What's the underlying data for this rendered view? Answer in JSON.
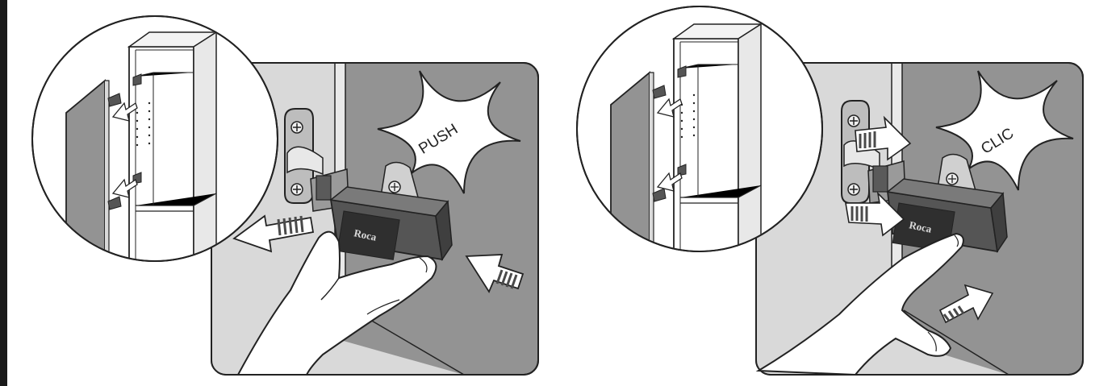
{
  "left_panel": {
    "burst_label": "PUSH",
    "logo_text": "Roca"
  },
  "right_panel": {
    "burst_label": "CLIC",
    "logo_text": "Roca"
  },
  "colors": {
    "wall_dark": "#939393",
    "wall_light": "#d9d9d9",
    "floor": "#e6e6e6",
    "line": "#222222",
    "hinge_body": "#555555",
    "arrow_fill": "#4a4a4a"
  }
}
